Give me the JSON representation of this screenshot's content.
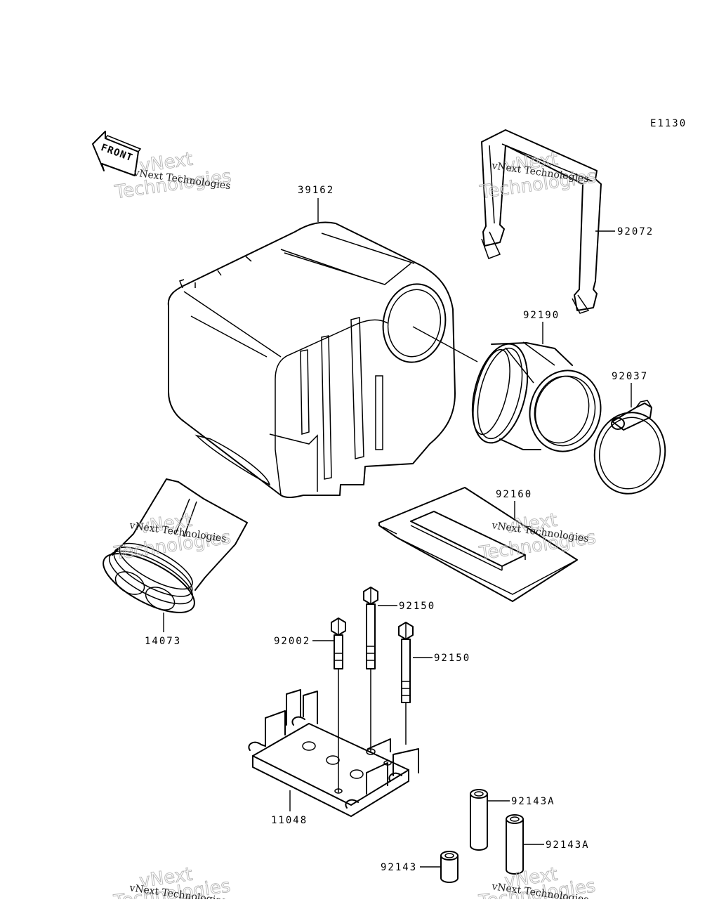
{
  "diagram_code": "E1130",
  "front_label": "FRONT",
  "watermark": {
    "line1": "vNext",
    "line2": "Technologies",
    "small": "vNext Technologies"
  },
  "parts": [
    {
      "id": "p39162",
      "number": "39162"
    },
    {
      "id": "p92072",
      "number": "92072"
    },
    {
      "id": "p92190",
      "number": "92190"
    },
    {
      "id": "p92037",
      "number": "92037"
    },
    {
      "id": "p92160",
      "number": "92160"
    },
    {
      "id": "p14073",
      "number": "14073"
    },
    {
      "id": "p92150a",
      "number": "92150"
    },
    {
      "id": "p92002",
      "number": "92002"
    },
    {
      "id": "p92150b",
      "number": "92150"
    },
    {
      "id": "p11048",
      "number": "11048"
    },
    {
      "id": "p92143Aa",
      "number": "92143A"
    },
    {
      "id": "p92143Ab",
      "number": "92143A"
    },
    {
      "id": "p92143",
      "number": "92143"
    }
  ]
}
